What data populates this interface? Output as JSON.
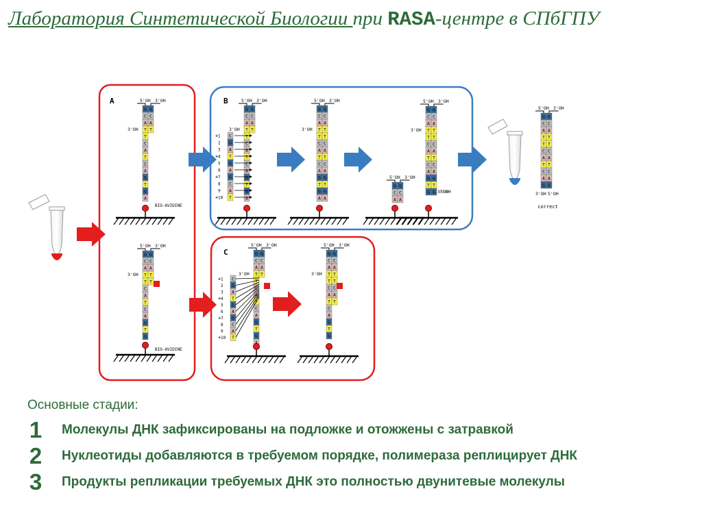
{
  "slide": {
    "title_underlined": "Лаборатория Синтетической Биологии ",
    "title_mid": "при ",
    "title_brand": "RASA",
    "title_rest": "-центре в СПбГПУ"
  },
  "diagram": {
    "panel_labels": {
      "a": "A",
      "b": "B",
      "c": "C"
    },
    "end_5": "5'OH",
    "end_3": "3'OH",
    "anchor_label": "BIO-AVIDINE",
    "correct_label": "correct",
    "strand_letters": [
      "G",
      "C",
      "A",
      "T",
      "T",
      "C",
      "A",
      "T",
      "C",
      "A",
      "G",
      "T",
      "G",
      "A"
    ],
    "primer_letters": [
      "C",
      "G",
      "A",
      "T",
      "G",
      "A",
      "G",
      "C",
      "A",
      "T"
    ],
    "primer_numbers": [
      "1",
      "2",
      "3",
      "4",
      "5",
      "6",
      "7",
      "8",
      "9",
      "10"
    ],
    "colors": {
      "G": "#3B6A93",
      "C": "#BDBDBD",
      "A": "#D8B7B7",
      "T": "#F5EF4F",
      "red": "#E21E1E",
      "blue": "#3B7DC0",
      "arrow_blue": "#3A7CC0",
      "text": "#2E6B3A"
    }
  },
  "stages": {
    "heading": "Основные стадии:",
    "items": [
      {
        "num": "1",
        "text": "Молекулы ДНК зафиксированы на подложке и отожжены с затравкой"
      },
      {
        "num": "2",
        "text": "Нуклеотиды добавляются в требуемом порядке, полимераза реплицирует ДНК"
      },
      {
        "num": "3",
        "text": "Продукты репликации требуемых ДНК это полностью двунитевые молекулы"
      }
    ]
  }
}
